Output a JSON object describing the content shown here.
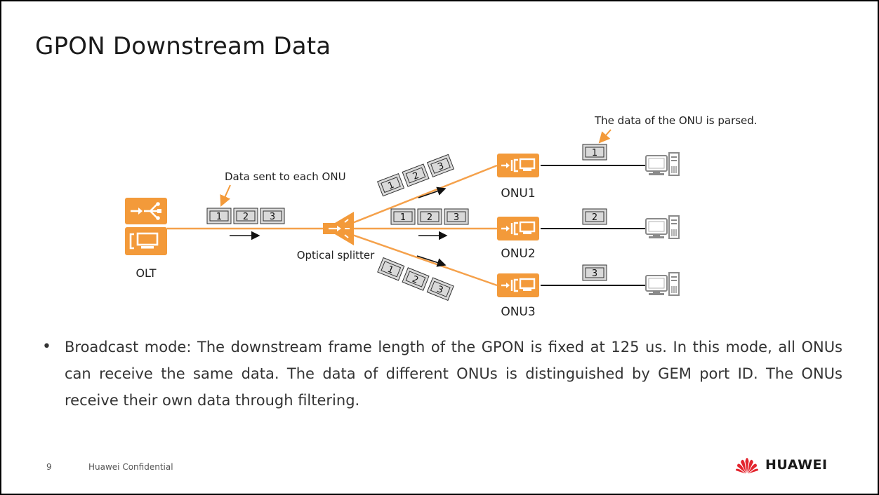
{
  "title": "GPON Downstream Data",
  "labels": {
    "olt": "OLT",
    "splitter": "Optical splitter",
    "onu1": "ONU1",
    "onu2": "ONU2",
    "onu3": "ONU3",
    "data_sent": "Data sent to each ONU",
    "data_parsed": "The data of the ONU is parsed."
  },
  "packets": {
    "olt_feed": [
      "1",
      "2",
      "3"
    ],
    "to_onu1": [
      "1",
      "2",
      "3"
    ],
    "to_onu2": [
      "1",
      "2",
      "3"
    ],
    "to_onu3": [
      "1",
      "2",
      "3"
    ],
    "onu1_out": "1",
    "onu2_out": "2",
    "onu3_out": "3"
  },
  "bullet": "Broadcast mode: The downstream frame length of the GPON is fixed at 125 us. In this mode, all ONUs can receive the same data. The data of different ONUs is distinguished by GEM port ID. The ONUs receive their own data through filtering.",
  "footer": {
    "page": "9",
    "confidential": "Huawei Confidential",
    "brand": "HUAWEI"
  },
  "colors": {
    "accent": "#F39A3A",
    "fiber": "#F5A14B",
    "packet_fill": "#D9D9D9",
    "logo_red": "#E3262F"
  },
  "icons": {
    "olt": "olt-device-icon",
    "splitter": "optical-splitter-icon",
    "onu": "onu-device-icon",
    "pc": "desktop-computer-icon",
    "logo": "huawei-logo-icon"
  }
}
